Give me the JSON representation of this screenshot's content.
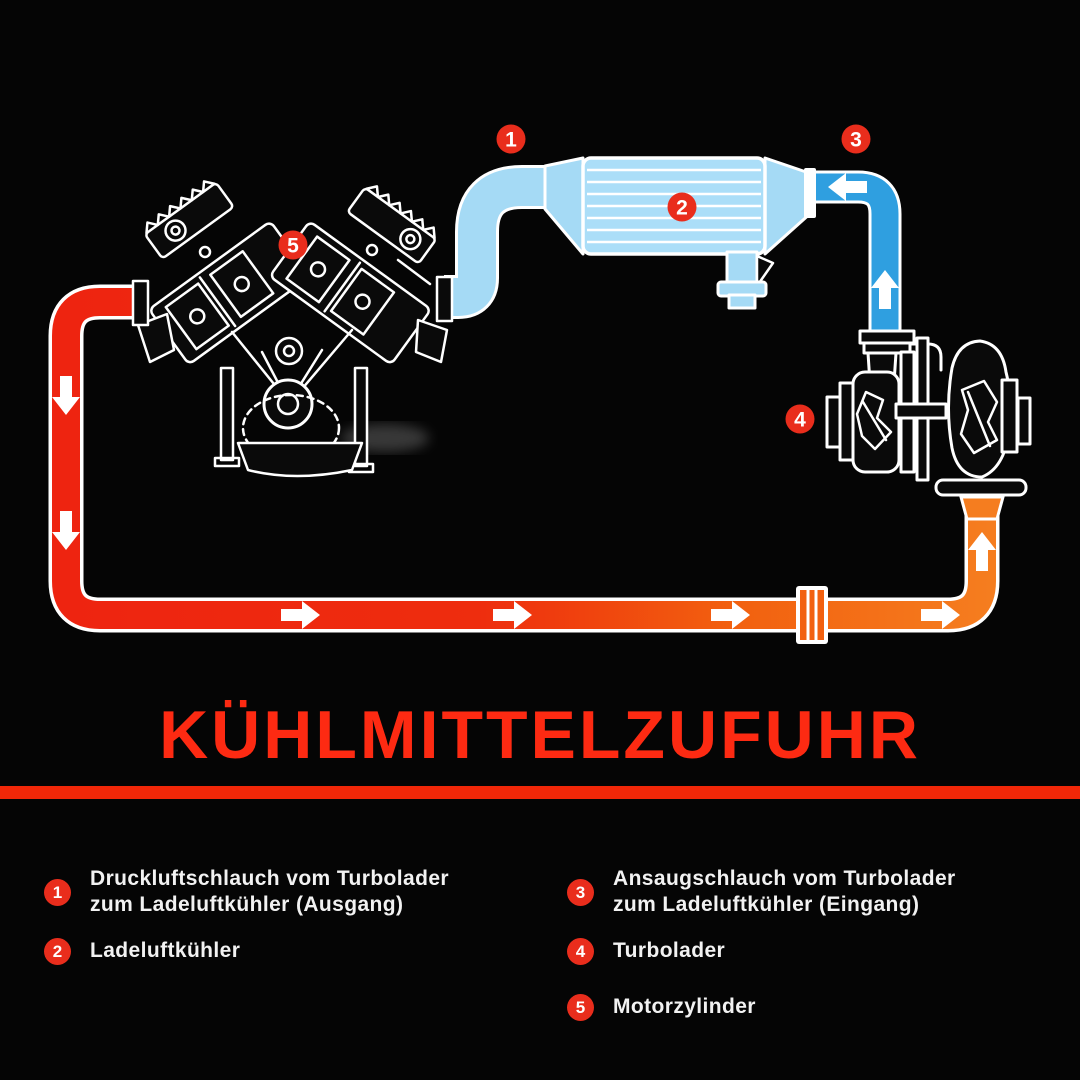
{
  "title": "KÜHLMITTELZUFUHR",
  "colors": {
    "background": "#050505",
    "title_red": "#fd2a12",
    "divider_red": "#f22708",
    "badge_red": "#e92d1c",
    "pipe_red": "#ee2410",
    "pipe_orange": "#f57d1f",
    "pipe_light_blue": "#a5daf5",
    "pipe_blue": "#2f9fe0",
    "intercooler_fill": "#abdef8",
    "line_white": "#ffffff",
    "text_white": "#f2f2f2"
  },
  "diagram": {
    "badges": [
      "1",
      "2",
      "3",
      "4",
      "5"
    ]
  },
  "legend": {
    "left": [
      {
        "number": "1",
        "label": "Druckluftschlauch vom Turbolader\nzum Ladeluftkühler (Ausgang)"
      },
      {
        "number": "2",
        "label": "Ladeluftkühler"
      }
    ],
    "right": [
      {
        "number": "3",
        "label": "Ansaugschlauch vom Turbolader\nzum Ladeluftkühler (Eingang)"
      },
      {
        "number": "4",
        "label": "Turbolader"
      },
      {
        "number": "5",
        "label": "Motorzylinder"
      }
    ]
  }
}
